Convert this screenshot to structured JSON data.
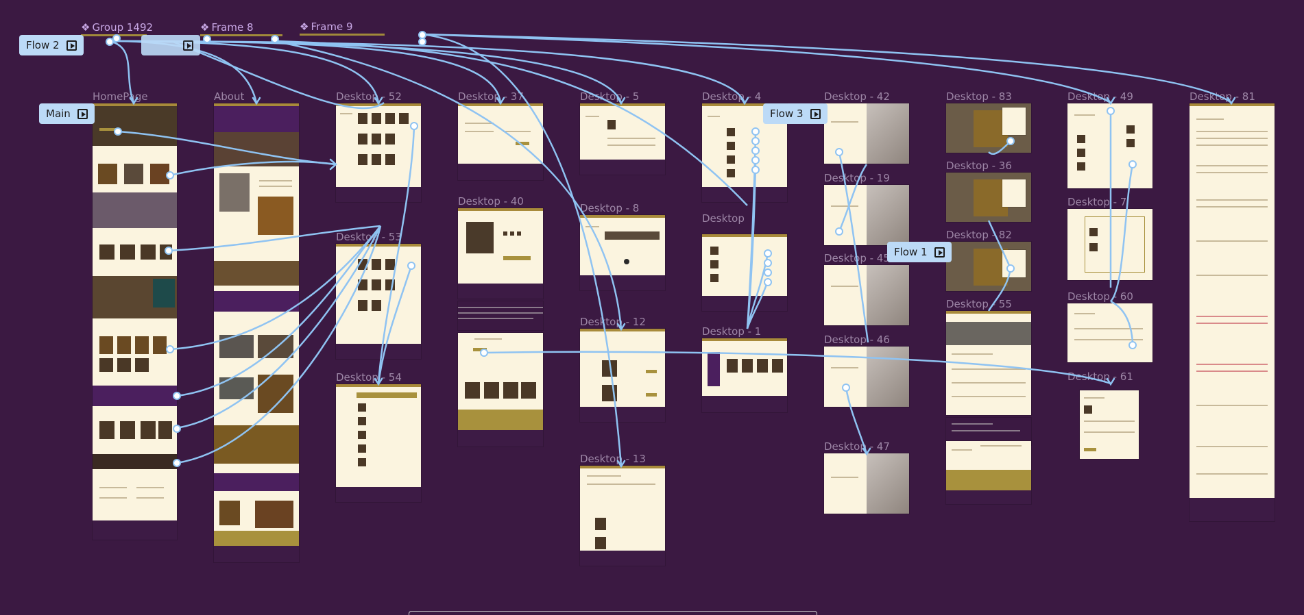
{
  "groups": [
    {
      "name": "Group 1492"
    },
    {
      "name": "Frame 8"
    },
    {
      "name": "Frame 9"
    }
  ],
  "flows": [
    {
      "id": "flow2",
      "label": "Flow 2"
    },
    {
      "id": "main",
      "label": "Main"
    },
    {
      "id": "flow3",
      "label": "Flow 3"
    },
    {
      "id": "flow1",
      "label": "Flow 1"
    }
  ],
  "frames": [
    {
      "id": "homepage",
      "label": "HomePage"
    },
    {
      "id": "about",
      "label": "About"
    },
    {
      "id": "d52",
      "label": "Desktop - 52"
    },
    {
      "id": "d53",
      "label": "Desktop - 53"
    },
    {
      "id": "d54",
      "label": "Desktop - 54"
    },
    {
      "id": "d37",
      "label": "Desktop - 37"
    },
    {
      "id": "d40",
      "label": "Desktop - 40"
    },
    {
      "id": "d5",
      "label": "Desktop - 5"
    },
    {
      "id": "d8",
      "label": "Desktop - 8"
    },
    {
      "id": "d12",
      "label": "Desktop - 12"
    },
    {
      "id": "d13",
      "label": "Desktop - 13"
    },
    {
      "id": "d4",
      "label": "Desktop - 4"
    },
    {
      "id": "d3",
      "label": "Desktop"
    },
    {
      "id": "d1",
      "label": "Desktop - 1"
    },
    {
      "id": "d42",
      "label": "Desktop - 42"
    },
    {
      "id": "d19",
      "label": "Desktop - 19"
    },
    {
      "id": "d45",
      "label": "Desktop - 45"
    },
    {
      "id": "d46",
      "label": "Desktop - 46"
    },
    {
      "id": "d47",
      "label": "Desktop - 47"
    },
    {
      "id": "d83",
      "label": "Desktop - 83"
    },
    {
      "id": "d36",
      "label": "Desktop - 36"
    },
    {
      "id": "d82",
      "label": "Desktop - 82"
    },
    {
      "id": "d55",
      "label": "Desktop - 55"
    },
    {
      "id": "d49",
      "label": "Desktop - 49"
    },
    {
      "id": "d7",
      "label": "Desktop - 7"
    },
    {
      "id": "d60",
      "label": "Desktop - 60"
    },
    {
      "id": "d61",
      "label": "Desktop - 61"
    },
    {
      "id": "d81",
      "label": "Desktop - 81"
    }
  ],
  "colors": {
    "canvas": "#3b1942",
    "frame_label": "#9d86a6",
    "group_label": "#c9a8e6",
    "connector": "#8fc3f2",
    "flow_chip": "#bcdaf7",
    "page_bg": "#fbf4df",
    "accent_gold": "#a8913d",
    "accent_purple": "#4b1f5e"
  },
  "icons": {
    "flow_start": "play-icon",
    "component": "component-icon"
  }
}
